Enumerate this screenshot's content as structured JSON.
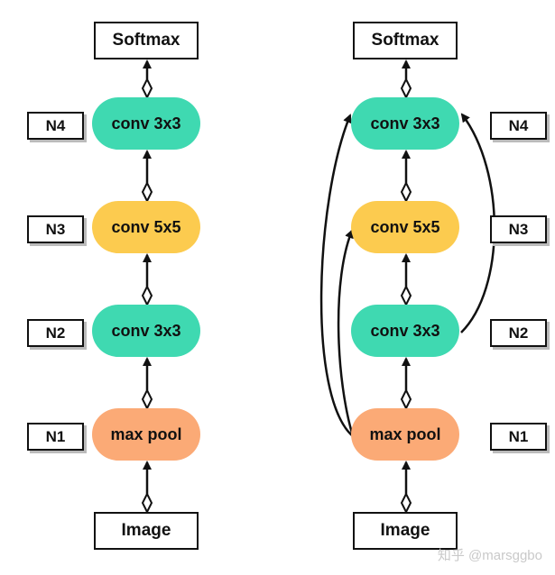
{
  "colors": {
    "teal": "#3fd9b1",
    "yellow": "#fccb4f",
    "orange": "#fbaa76",
    "stroke": "#111111"
  },
  "left": {
    "softmax": "Softmax",
    "image": "Image",
    "nodes": [
      {
        "label": "conv 3x3",
        "tag": "N4",
        "color": "teal"
      },
      {
        "label": "conv 5x5",
        "tag": "N3",
        "color": "yellow"
      },
      {
        "label": "conv 3x3",
        "tag": "N2",
        "color": "teal"
      },
      {
        "label": "max pool",
        "tag": "N1",
        "color": "orange"
      }
    ]
  },
  "right": {
    "softmax": "Softmax",
    "image": "Image",
    "nodes": [
      {
        "label": "conv 3x3",
        "tag": "N4",
        "color": "teal"
      },
      {
        "label": "conv 5x5",
        "tag": "N3",
        "color": "yellow"
      },
      {
        "label": "conv 3x3",
        "tag": "N2",
        "color": "teal"
      },
      {
        "label": "max pool",
        "tag": "N1",
        "color": "orange"
      }
    ],
    "skip_connections": [
      {
        "from": "N1",
        "to": "N4"
      },
      {
        "from": "N1",
        "to": "N3"
      },
      {
        "from": "N2",
        "to": "N4"
      }
    ]
  },
  "watermark": "知乎 @marsggbo"
}
